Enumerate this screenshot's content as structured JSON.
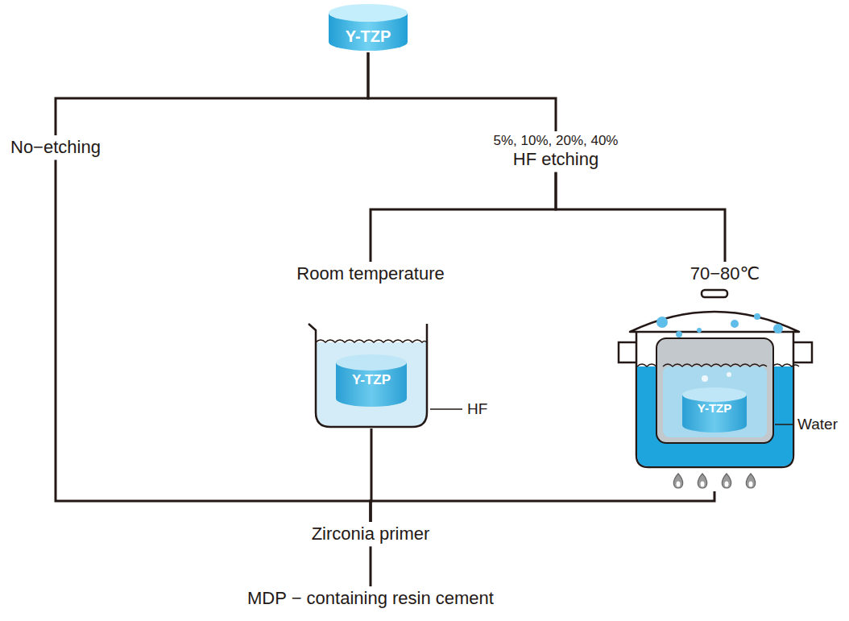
{
  "diagram": {
    "nodes": [
      {
        "text": [
          "Y-TZP"
        ]
      },
      {
        "text": [
          "No−etching"
        ]
      },
      {
        "text": [
          "5%, 10%, 20%, 40%",
          "HF etching"
        ]
      },
      {
        "text": [
          "Room temperature"
        ]
      },
      {
        "text": [
          "70−80℃"
        ]
      },
      {
        "text": [
          "Y-TZP"
        ]
      },
      {
        "text": [
          "Y-TZP"
        ]
      },
      {
        "text": [
          "Zirconia primer"
        ]
      },
      {
        "text": [
          "MDP − containing resin cement"
        ]
      }
    ],
    "edges": [
      {
        "from": 0,
        "to": 1,
        "arrow": "none"
      },
      {
        "from": 0,
        "to": 2,
        "arrow": "none"
      },
      {
        "from": 2,
        "to": 3,
        "arrow": "none"
      },
      {
        "from": 2,
        "to": 4,
        "arrow": "none"
      },
      {
        "from": 1,
        "to": 7,
        "arrow": "none"
      },
      {
        "from": 5,
        "to": 7,
        "arrow": "none"
      },
      {
        "from": 6,
        "to": 7,
        "arrow": "none"
      },
      {
        "from": 7,
        "to": 8,
        "arrow": "none"
      }
    ],
    "labels": [
      "HF",
      "Water"
    ]
  }
}
